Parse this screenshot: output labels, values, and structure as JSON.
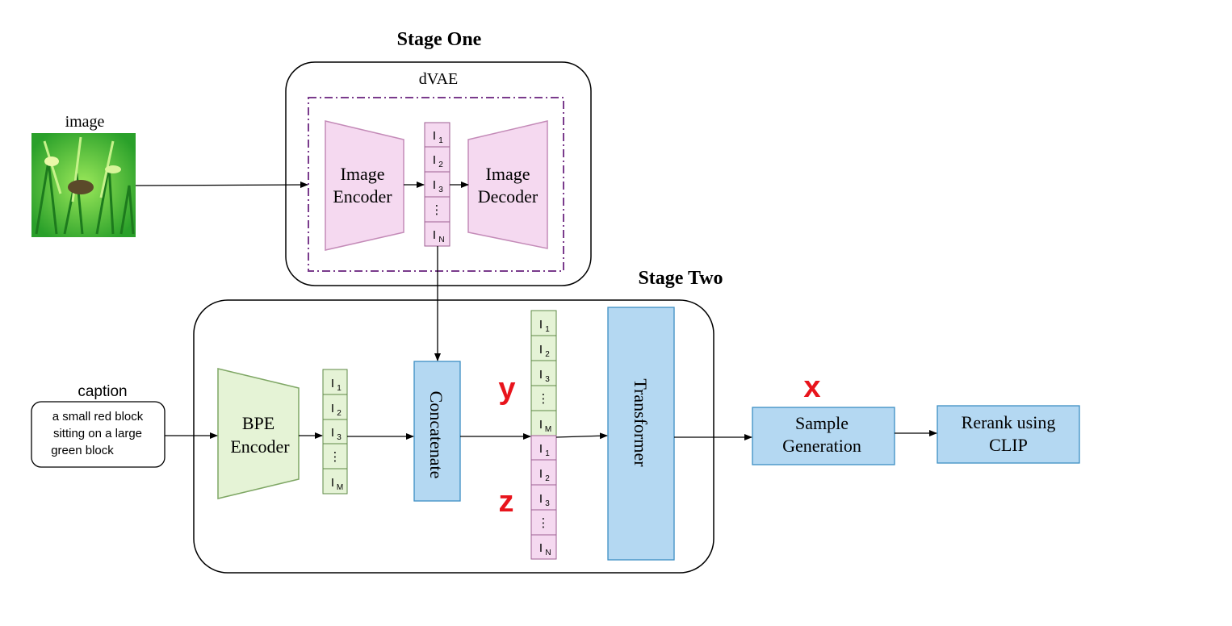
{
  "titles": {
    "stage_one": "Stage One",
    "stage_two": "Stage Two",
    "dvae": "dVAE"
  },
  "inputs": {
    "image_label": "image",
    "caption_label": "caption",
    "caption_lines": [
      "a small red block",
      "sitting on a large",
      "green block"
    ]
  },
  "blocks": {
    "image_encoder": [
      "Image",
      "Encoder"
    ],
    "image_decoder": [
      "Image",
      "Decoder"
    ],
    "bpe_encoder": [
      "BPE",
      "Encoder"
    ],
    "concatenate": "Concatenate",
    "transformer": "Transformer",
    "sample_generation": [
      "Sample",
      "Generation"
    ],
    "rerank": [
      "Rerank using",
      "CLIP"
    ]
  },
  "tokens": {
    "image_tokens": [
      {
        "base": "I",
        "sub": "1"
      },
      {
        "base": "I",
        "sub": "2"
      },
      {
        "base": "I",
        "sub": "3"
      },
      {
        "base": "⋮",
        "sub": ""
      },
      {
        "base": "I",
        "sub": "N"
      }
    ],
    "text_tokens": [
      {
        "base": "I",
        "sub": "1"
      },
      {
        "base": "I",
        "sub": "2"
      },
      {
        "base": "I",
        "sub": "3"
      },
      {
        "base": "⋮",
        "sub": ""
      },
      {
        "base": "I",
        "sub": "M"
      }
    ]
  },
  "variables": {
    "y": "y",
    "z": "z",
    "x": "x"
  },
  "colors": {
    "pink_fill": "#f5d9f0",
    "pink_stroke": "#c48bb8",
    "green_fill": "#e5f3d6",
    "green_stroke": "#7fa765",
    "blue_fill": "#b4d8f2",
    "blue_stroke": "#3d8fc4",
    "dash_purple": "#7a3b8c",
    "var_red": "#e8141c"
  }
}
